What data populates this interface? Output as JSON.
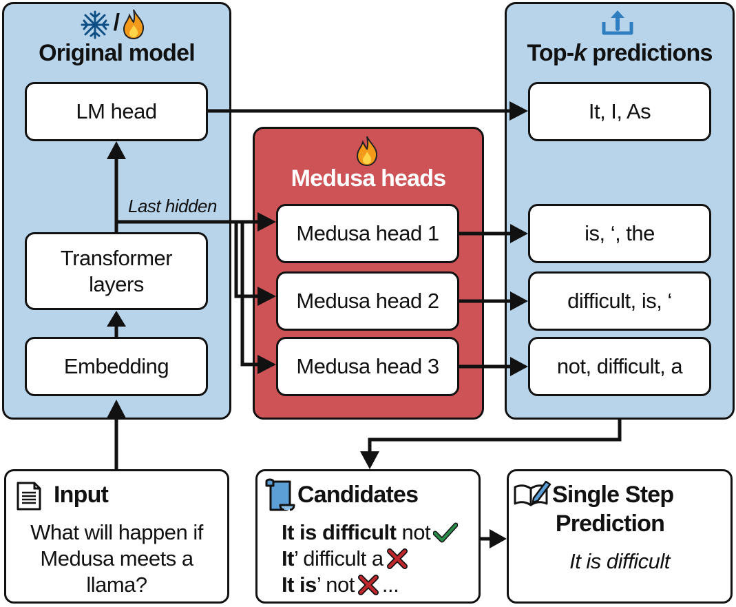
{
  "original_model": {
    "title": "Original model",
    "icons": [
      "snowflake-icon",
      "fire-icon"
    ],
    "icon_separator": "/",
    "lm_head": "LM head",
    "transformer_layers": "Transformer layers",
    "embedding": "Embedding",
    "last_hidden": "Last hidden"
  },
  "medusa": {
    "title": "Medusa heads",
    "icon": "fire-icon",
    "heads": [
      "Medusa head 1",
      "Medusa head 2",
      "Medusa head 3"
    ]
  },
  "topk": {
    "title_prefix": "Top-",
    "title_k": "k",
    "title_suffix": " predictions",
    "icon": "upload-tray-icon",
    "rows": [
      "It, I, As",
      "is, ‘, the",
      "difficult, is, ‘",
      "not, difficult, a"
    ]
  },
  "input": {
    "title": "Input",
    "icon": "document-icon",
    "lines": [
      "What will happen if",
      "Medusa meets a",
      "llama?"
    ]
  },
  "candidates": {
    "title": "Candidates",
    "icon": "scroll-icon",
    "line1_bold": "It is difficult",
    "line1_rest": " not",
    "line2_bold": "It",
    "line2_rest": "’ difficult a",
    "line3_bold": "It is",
    "line3_rest": "’ not ",
    "line3_tail": "...",
    "marks": [
      "check-icon",
      "cross-icon",
      "cross-icon"
    ]
  },
  "single_step": {
    "title_line1": "Single Step",
    "title_line2": "Prediction",
    "icon": "book-edit-icon",
    "text": "It is difficult"
  },
  "colors": {
    "panel_blue": "#b8d4ea",
    "panel_red": "#cd5356",
    "check_green": "#2a8a4a",
    "cross_red": "#c0282d",
    "icon_blue": "#2f7fc0"
  }
}
